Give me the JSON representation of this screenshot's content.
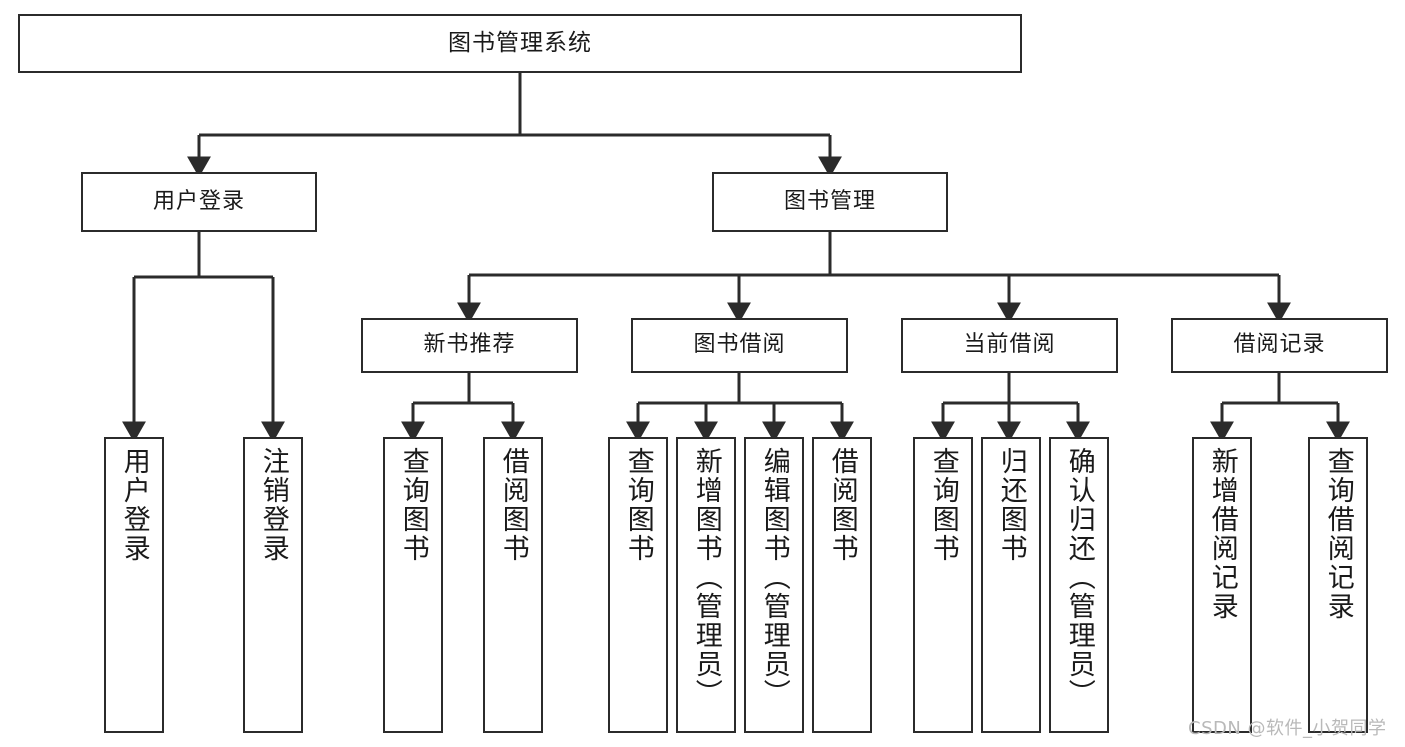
{
  "diagram": {
    "title": "图书管理系统",
    "type": "tree-hierarchy-diagram",
    "colors": {
      "box_border": "#2b2b2b",
      "box_fill": "#ffffff",
      "edge": "#2b2b2b",
      "text": "#1a1a1a",
      "watermark": "#b9b9b9",
      "background": "#ffffff"
    },
    "nodes": {
      "root": {
        "label": "图书管理系统"
      },
      "level1": [
        {
          "label": "用户登录"
        },
        {
          "label": "图书管理"
        }
      ],
      "level2": [
        {
          "label": "新书推荐"
        },
        {
          "label": "图书借阅"
        },
        {
          "label": "当前借阅"
        },
        {
          "label": "借阅记录"
        }
      ],
      "leaves_user_login": [
        {
          "label": "用户登录"
        },
        {
          "label": "注销登录"
        }
      ],
      "leaves_new_book": [
        {
          "label": "查询图书"
        },
        {
          "label": "借阅图书"
        }
      ],
      "leaves_borrow": [
        {
          "label": "查询图书"
        },
        {
          "label": "新增图书（管理员）"
        },
        {
          "label": "编辑图书（管理员）"
        },
        {
          "label": "借阅图书"
        }
      ],
      "leaves_current": [
        {
          "label": "查询图书"
        },
        {
          "label": "归还图书"
        },
        {
          "label": "确认归还（管理员）"
        }
      ],
      "leaves_records": [
        {
          "label": "新增借阅记录"
        },
        {
          "label": "查询借阅记录"
        }
      ]
    },
    "watermark": "CSDN @软件_小贺同学"
  }
}
